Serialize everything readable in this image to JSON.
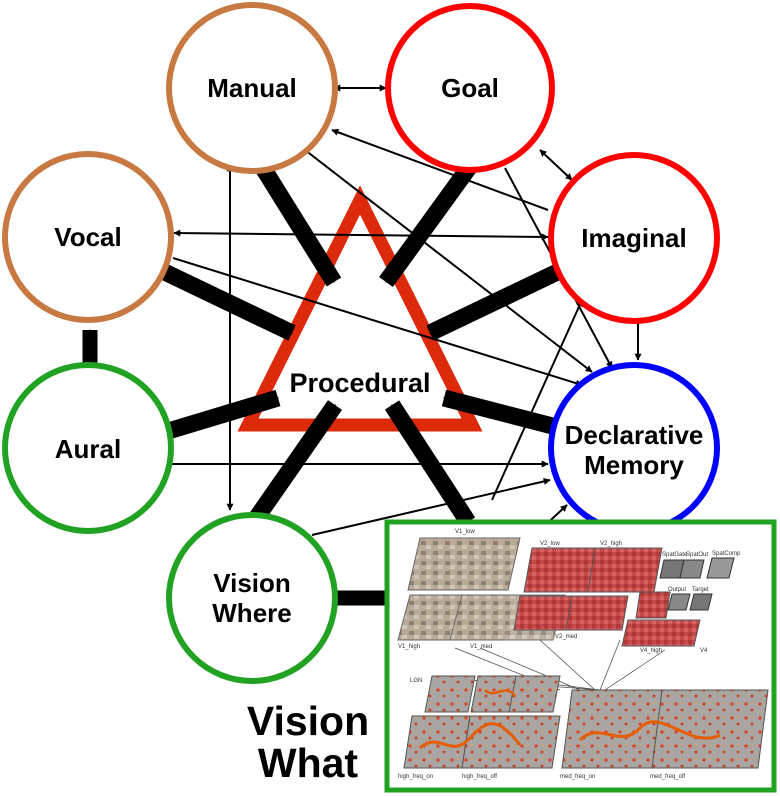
{
  "diagram": {
    "center": {
      "label": "Procedural"
    },
    "nodes": {
      "manual": {
        "label": "Manual"
      },
      "goal": {
        "label": "Goal"
      },
      "vocal": {
        "label": "Vocal"
      },
      "imaginal": {
        "label": "Imaginal"
      },
      "aural": {
        "label": "Aural"
      },
      "declarative": {
        "line1": "Declarative",
        "line2": "Memory"
      },
      "vision_where": {
        "line1": "Vision",
        "line2": "Where"
      }
    },
    "vision_what": {
      "line1": "Vision",
      "line2": "What",
      "panel_labels": {
        "v1_low": "V1_low",
        "v2_low": "V2_low",
        "v2_high": "V2_high",
        "spatial_gate": "SpatGate",
        "spatial_out": "SpatOut",
        "spatial_comp": "SpatComp",
        "output": "Output",
        "target": "Target",
        "v1_high": "V1_high",
        "v1_med": "V1_med",
        "v2_med": "V2_med",
        "v4_high": "V4_high",
        "v4": "V4",
        "lgn": "LGN",
        "high_freq_on": "high_freq_on",
        "high_freq_off": "high_freq_off",
        "med_freq_on": "med_freq_on",
        "med_freq_off": "med_freq_off"
      }
    },
    "colors": {
      "motor": "#c87941",
      "goal": "#ff0000",
      "perceptual": "#22a222",
      "declarative": "#0000ff",
      "procedural": "#dd2a0a",
      "arrow": "#000000"
    }
  }
}
